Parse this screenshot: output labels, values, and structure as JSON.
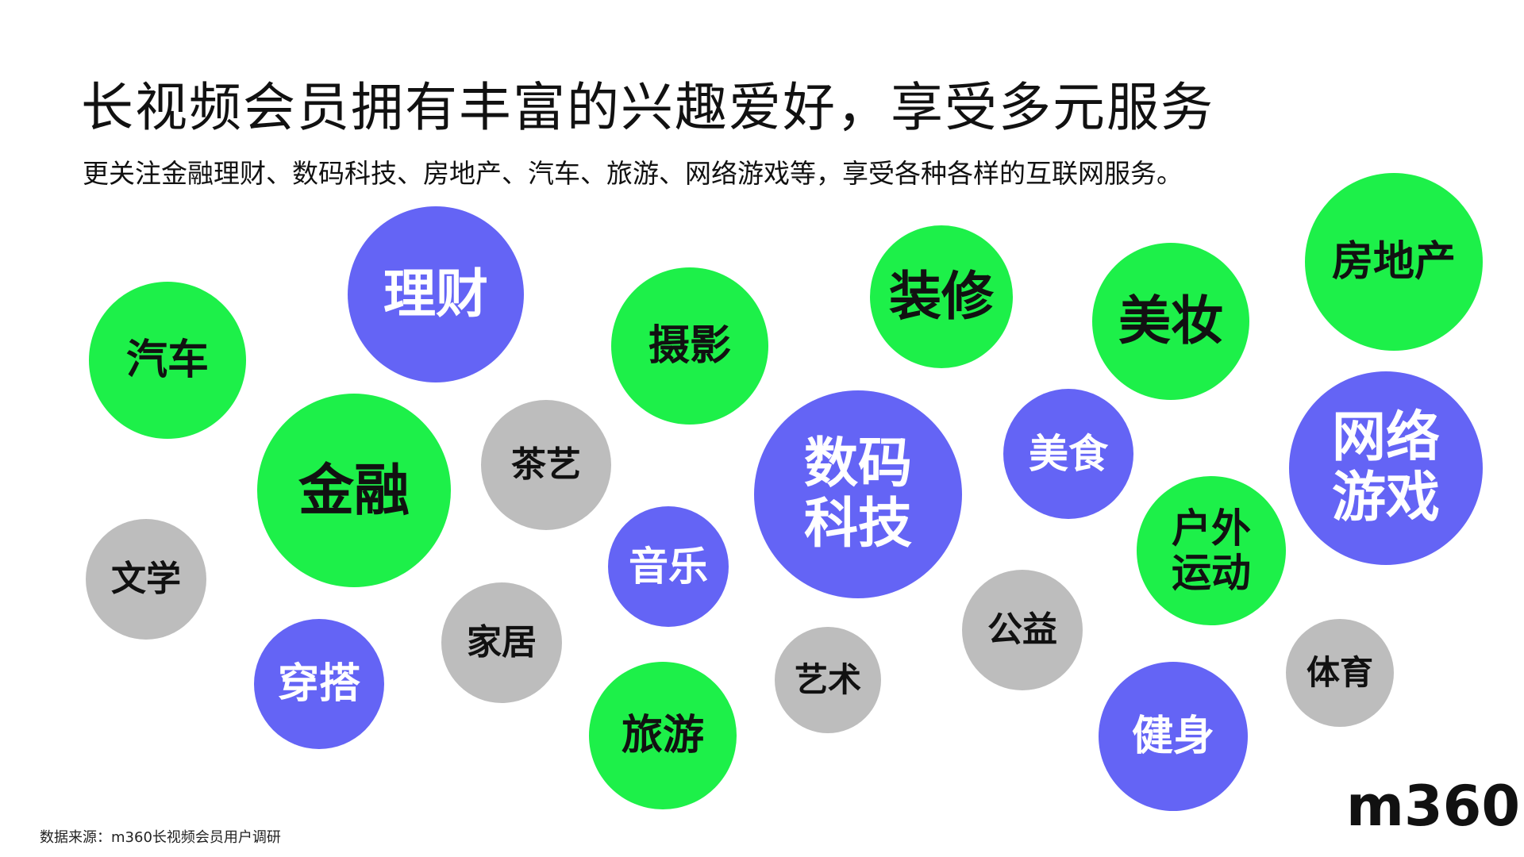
{
  "title": "长视频会员拥有丰富的兴趣爱好，享受多元服务",
  "subtitle": "更关注金融理财、数码科技、房地产、汽车、旅游、网络游戏等，享受各种各样的互联网服务。",
  "source_note": "数据来源：m360长视频会员用户调研",
  "logo_text": "m360",
  "colors": {
    "green": "#1df049",
    "purple": "#6464f5",
    "gray": "#bdbdbd"
  },
  "bubbles": {
    "qiche": "汽车",
    "licai": "理财",
    "sheying": "摄影",
    "zhuangxiu": "装修",
    "meizhuang": "美妆",
    "fangdichan": "房地产",
    "jinrong": "金融",
    "chayi": "茶艺",
    "shuma": "数码\n科技",
    "meishi": "美食",
    "wangluo": "网络\n游戏",
    "wenxue": "文学",
    "yinyue": "音乐",
    "huwai": "户外\n运动",
    "gongyi": "公益",
    "chuanda": "穿搭",
    "jiaju": "家居",
    "yishu": "艺术",
    "tiyu": "体育",
    "lvyou": "旅游",
    "jianshen": "健身"
  }
}
